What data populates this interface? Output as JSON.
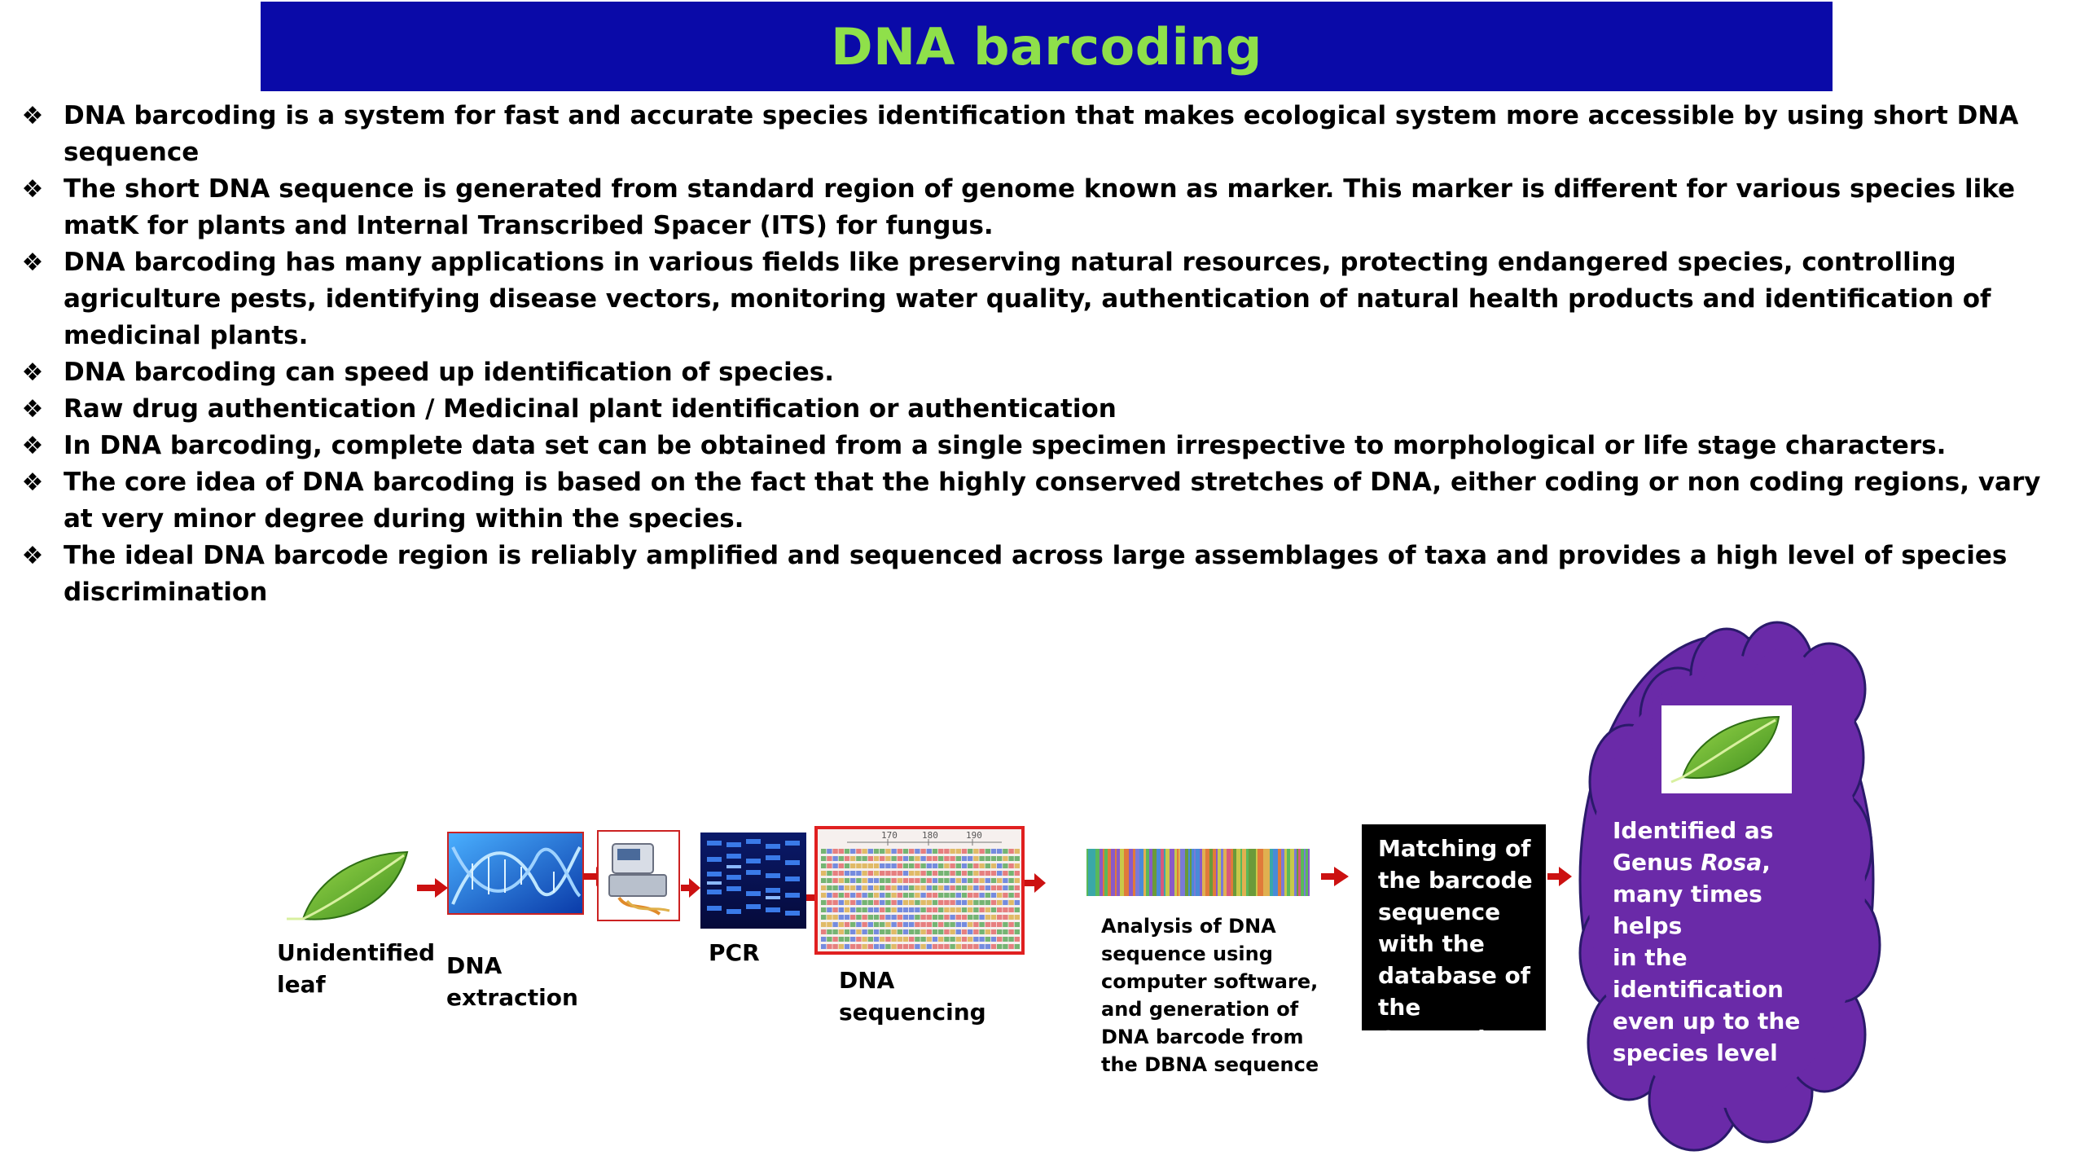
{
  "title": "DNA barcoding",
  "bullets": [
    "DNA barcoding is a system for fast and accurate species identification that makes ecological system more accessible by using short DNA sequence",
    "The short DNA sequence is generated from standard region of genome known as marker. This marker is different for various species like matK for plants and Internal Transcribed Spacer (ITS) for fungus.",
    "DNA barcoding has many applications in various fields like preserving natural resources, protecting endangered species, controlling agriculture pests, identifying disease vectors, monitoring water quality, authentication of natural health products and identification of medicinal plants.",
    "DNA barcoding can speed up identification of species.",
    "Raw drug authentication / Medicinal  plant  identification or authentication",
    "In DNA barcoding, complete data set can be obtained from a single specimen irrespective to morphological or life stage characters.",
    "The core idea of DNA barcoding is based on the fact that the highly conserved stretches of DNA, either coding or non coding regions, vary at very minor degree during within the species.",
    "The ideal DNA barcode region is reliably amplified and sequenced across large assemblages of taxa and provides a high level of species discrimination"
  ],
  "bullet_glyph": "❖",
  "workflow": {
    "leaf_label_1": "Unidentified",
    "leaf_label_2": "leaf",
    "extraction_label_1": "DNA",
    "extraction_label_2": "extraction",
    "pcr_label": "PCR",
    "sequencing_label_1": "DNA",
    "sequencing_label_2": "sequencing",
    "sequencing_ticks": [
      "170",
      "180",
      "190"
    ],
    "analysis_lines": [
      "Analysis of DNA",
      "sequence using",
      "computer software,",
      "and generation of",
      "DNA barcode from",
      "the DBNA sequence"
    ],
    "matching_lines": [
      "Matching of",
      "the barcode",
      "sequence",
      "with the",
      "database of",
      "the GenBank"
    ],
    "result_line1": "Identified as",
    "result_genus": "Genus ",
    "result_rosa": "Rosa",
    "result_comma": ",",
    "result_lines": [
      "many times helps",
      "in the",
      "identification",
      "even up to the",
      "species level"
    ]
  },
  "colors": {
    "title_bg": "#0a0aa8",
    "title_text": "#8fe04a",
    "arrow": "#cc1111",
    "cloud": "#6a2aa8",
    "cloud_border": "#2a1a6a"
  }
}
